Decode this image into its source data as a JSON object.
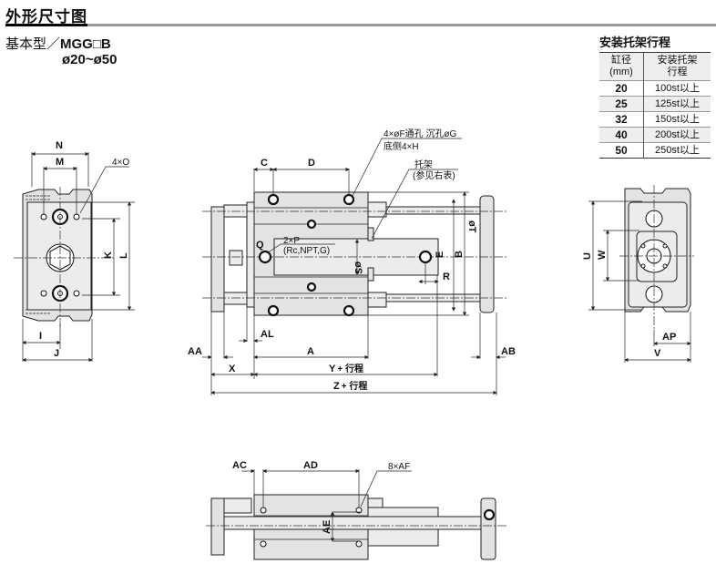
{
  "header": {
    "title": "外形尺寸图",
    "subtitle_prefix": "基本型／",
    "model": "MGG□B",
    "bore_range": "ø20~ø50"
  },
  "bracket_table": {
    "title": "安装托架行程",
    "col_bore": "缸径",
    "col_bore_unit": "(mm)",
    "col_stroke_line1": "安装托架",
    "col_stroke_line2": "行程",
    "rows": [
      {
        "bore": "20",
        "stroke": "100st以上"
      },
      {
        "bore": "25",
        "stroke": "125st以上"
      },
      {
        "bore": "32",
        "stroke": "150st以上"
      },
      {
        "bore": "40",
        "stroke": "200st以上"
      },
      {
        "bore": "50",
        "stroke": "250st以上"
      }
    ]
  },
  "front_view": {
    "labels": {
      "N": "N",
      "M": "M",
      "O": "4×O",
      "K": "K",
      "L": "L",
      "I": "I",
      "J": "J"
    }
  },
  "side_view": {
    "note_holes_line1": "4×øF通孔 沉孔øG",
    "note_holes_line2": "底侧4×H",
    "note_bracket_line1": "托架",
    "note_bracket_line2": "(参见右表)",
    "port_line1": "2×P",
    "port_line2": "(Rc,NPT,G)",
    "labels": {
      "C": "C",
      "D": "D",
      "Q": "Q",
      "S": "øS",
      "T": "øT",
      "E": "E",
      "B": "B",
      "R": "R",
      "AL": "AL",
      "AA": "AA",
      "A": "A",
      "AB": "AB",
      "X": "X",
      "Y": "Y",
      "Y_suffix": "+ 行程",
      "Z": "Z",
      "Z_suffix": "+ 行程"
    }
  },
  "rear_view": {
    "labels": {
      "U": "U",
      "W": "W",
      "AP": "AP",
      "V": "V"
    }
  },
  "bottom_view": {
    "labels": {
      "AC": "AC",
      "AD": "AD",
      "AF": "8×AF",
      "AE": "AE"
    }
  }
}
